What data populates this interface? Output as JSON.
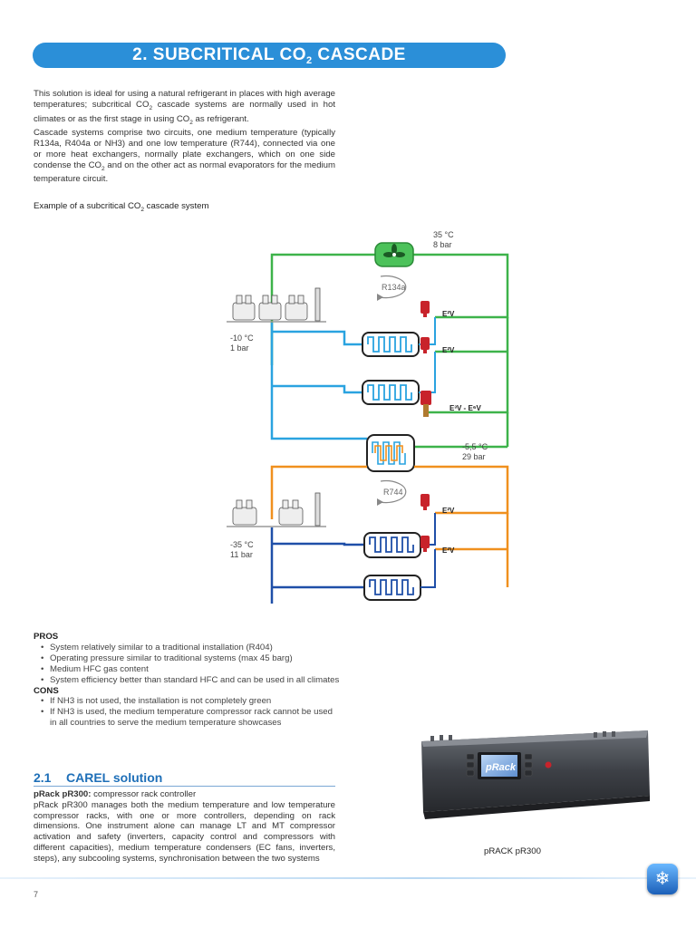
{
  "header": {
    "title_pre": "2. SUBCRITICAL CO",
    "title_sub": "2",
    "title_post": " CASCADE"
  },
  "intro": {
    "p1_a": "This solution is ideal for using a natural refrigerant in places with high average temperatures; subcritical CO",
    "p1_sub": "2",
    "p1_b": " cascade systems are normally used in hot climates or as the first stage in using CO",
    "p1_sub2": "2",
    "p1_c": " as refrigerant.",
    "p2_a": "Cascade systems comprise two circuits, one medium temperature (typically R134a, R404a or NH3) and one low temperature (R744), connected via one or more heat exchangers, normally plate exchangers, which on one side condense the CO",
    "p2_sub": "2",
    "p2_b": " and on the other act as normal evaporators for the medium temperature circuit."
  },
  "caption": {
    "pre": "Example of a subcritical CO",
    "sub": "2",
    "post": " cascade system"
  },
  "diagram": {
    "condenser_temp": "35 °C",
    "condenser_pressure": "8 bar",
    "mt_refrigerant": "R134a",
    "mt_temp": "-10 °C",
    "mt_pressure": "1 bar",
    "valve_1": "E²V",
    "valve_2": "E²V",
    "valve_3": "E³V - E⁶V",
    "exchanger_temp": "-5,5 °C",
    "exchanger_pressure": "29 bar",
    "lt_refrigerant": "R744",
    "lt_temp": "-35 °C",
    "lt_pressure": "11 bar",
    "valve_4": "E²V",
    "valve_5": "E²V",
    "colors": {
      "green": "#3db34a",
      "light_blue": "#2aa3e0",
      "orange": "#f0901e",
      "dark_blue": "#1f4fa8",
      "valve_red": "#c8232b"
    }
  },
  "pros": {
    "heading": "PROS",
    "items": [
      "System relatively similar to a traditional installation (R404)",
      "Operating pressure similar to traditional systems (max 45 barg)",
      "Medium HFC gas content",
      "System efficiency better than standard HFC and can be used in all climates"
    ]
  },
  "cons": {
    "heading": "CONS",
    "items": [
      "If NH3 is not used, the installation is not completely green",
      "If NH3 is used, the medium temperature compressor rack cannot be used in all countries to serve the medium temperature showcases"
    ]
  },
  "section": {
    "number": "2.1",
    "title": "CAREL solution",
    "product_bold": "pRack pR300:",
    "product_desc": " compressor rack controller",
    "body": "pRack pR300 manages both the medium temperature and low temperature compressor racks, with one or more controllers, depending on rack dimensions. One instrument alone can manage LT and MT compressor activation and safety (inverters, capacity control and compressors with different capacities), medium temperature condensers (EC fans, inverters, steps), any subcooling systems, synchronisation between the two systems"
  },
  "product": {
    "caption": "pRACK pR300",
    "display_text": "pRack",
    "brand_icon": "carel-logo-icon"
  },
  "footer": {
    "page_number": "7",
    "logo_icon": "snowflake-icon"
  }
}
